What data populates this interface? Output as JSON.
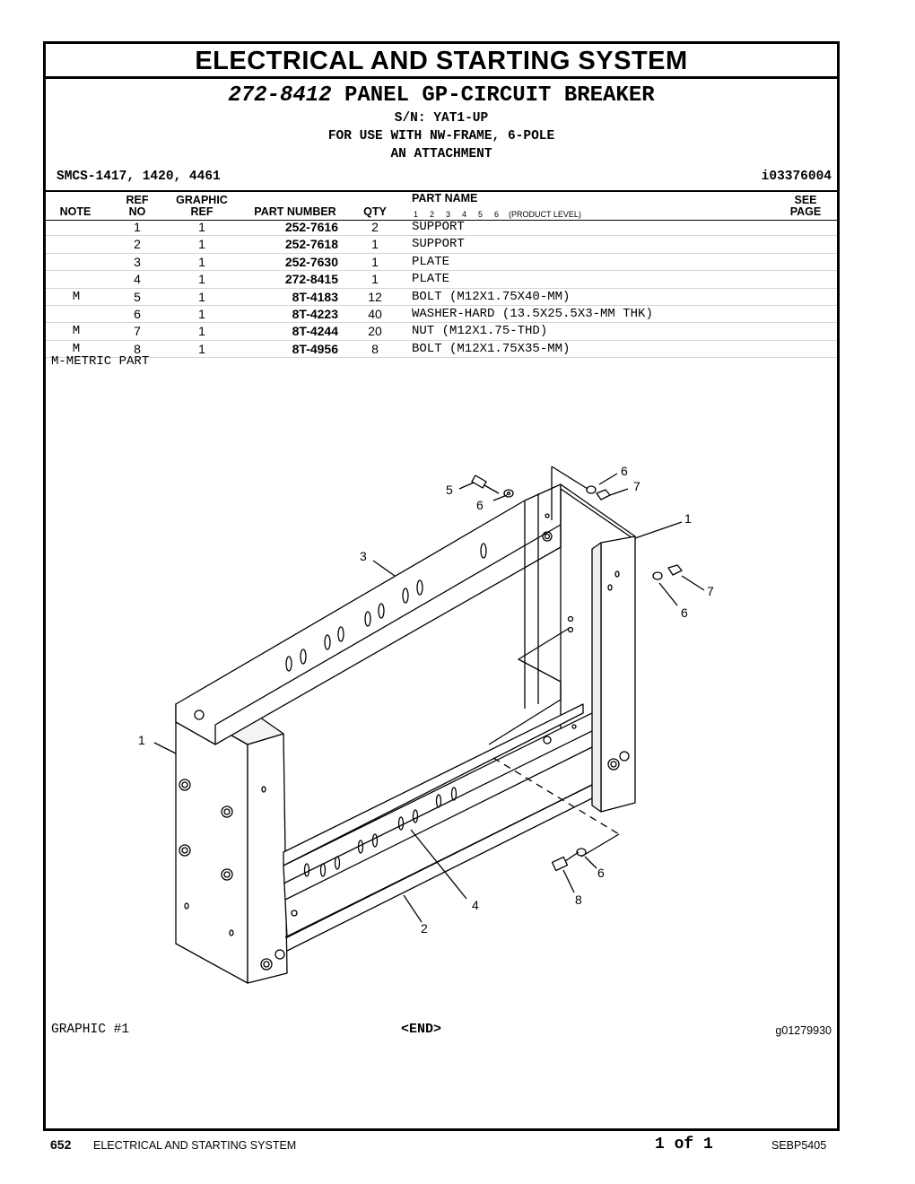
{
  "page_title": "ELECTRICAL AND STARTING SYSTEM",
  "group": {
    "part_number": "272-8412",
    "name": "PANEL GP-CIRCUIT BREAKER",
    "serial": "S/N: YAT1-UP",
    "usage": "FOR USE WITH NW-FRAME, 6-POLE",
    "type": "AN ATTACHMENT"
  },
  "smcs": "SMCS-1417, 1420, 4461",
  "illustration_id": "i03376004",
  "table": {
    "headers": {
      "note": "NOTE",
      "ref_top": "REF",
      "ref_bottom": "NO",
      "graphic_top": "GRAPHIC",
      "graphic_bottom": "REF",
      "part_number": "PART NUMBER",
      "qty": "QTY",
      "part_name": "PART NAME",
      "product_levels": [
        "1",
        "2",
        "3",
        "4",
        "5",
        "6"
      ],
      "product_level_label": "(PRODUCT LEVEL)",
      "see_top": "SEE",
      "see_bottom": "PAGE"
    },
    "rows": [
      {
        "note": "",
        "ref": "1",
        "graphic": "1",
        "part": "252-7616",
        "qty": "2",
        "name": "SUPPORT"
      },
      {
        "note": "",
        "ref": "2",
        "graphic": "1",
        "part": "252-7618",
        "qty": "1",
        "name": "SUPPORT"
      },
      {
        "note": "",
        "ref": "3",
        "graphic": "1",
        "part": "252-7630",
        "qty": "1",
        "name": "PLATE"
      },
      {
        "note": "",
        "ref": "4",
        "graphic": "1",
        "part": "272-8415",
        "qty": "1",
        "name": "PLATE"
      },
      {
        "note": "M",
        "ref": "5",
        "graphic": "1",
        "part": "8T-4183",
        "qty": "12",
        "name": "BOLT (M12X1.75X40-MM)"
      },
      {
        "note": "",
        "ref": "6",
        "graphic": "1",
        "part": "8T-4223",
        "qty": "40",
        "name": "WASHER-HARD (13.5X25.5X3-MM THK)"
      },
      {
        "note": "M",
        "ref": "7",
        "graphic": "1",
        "part": "8T-4244",
        "qty": "20",
        "name": "NUT (M12X1.75-THD)"
      },
      {
        "note": "M",
        "ref": "8",
        "graphic": "1",
        "part": "8T-4956",
        "qty": "8",
        "name": "BOLT (M12X1.75X35-MM)"
      }
    ],
    "note_legend": "M-METRIC PART"
  },
  "diagram": {
    "callouts": [
      "6",
      "7",
      "5",
      "6",
      "1",
      "3",
      "7",
      "6",
      "1",
      "6",
      "8",
      "4",
      "2"
    ]
  },
  "graphic_label": "GRAPHIC #1",
  "end_marker": "<END>",
  "graphic_id": "g01279930",
  "footer": {
    "page_number": "652",
    "section": "ELECTRICAL AND STARTING SYSTEM",
    "page_of": "1 of 1",
    "publication": "SEBP5405"
  }
}
